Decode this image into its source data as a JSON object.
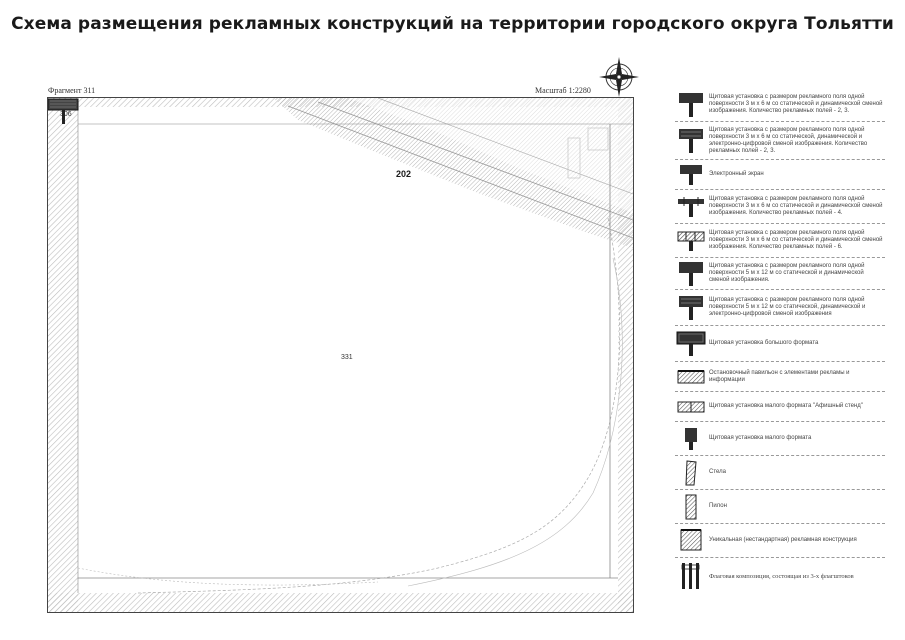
{
  "title": "Схема размещения рекламных конструкций на территории городского округа Тольятти",
  "map": {
    "fragment": "Фрагмент 311",
    "scale": "Масштаб 1:2280",
    "sheet_top_left": "306",
    "sheet_center": "331",
    "markers": [
      {
        "number": "202",
        "icon": "billboard-3x6-static-dynamic-electronic"
      }
    ]
  },
  "legend": [
    {
      "icon": "billboard-3x6-static-dynamic",
      "text": "Щитовая установка с размером рекламного поля одной поверхности 3 м х 6 м со статической и динамической сменой изображения. Количество рекламных полей - 2, 3."
    },
    {
      "icon": "billboard-3x6-static-dynamic-electronic",
      "text": "Щитовая установка с размером рекламного поля одной поверхности 3 м х 6 м со статической, динамической и электронно-цифровой сменой изображения. Количество рекламных полей - 2, 3."
    },
    {
      "icon": "electronic-screen",
      "text": "Электронный экран"
    },
    {
      "icon": "billboard-3x6-4-fields",
      "text": "Щитовая установка с размером рекламного поля одной поверхности 3 м х 6 м со статической и динамической сменой изображения. Количество рекламных полей - 4."
    },
    {
      "icon": "billboard-3x6-6-fields",
      "text": "Щитовая установка с размером рекламного поля одной поверхности 3 м х 6 м со статической и динамической сменой изображения. Количество рекламных полей - 6."
    },
    {
      "icon": "billboard-5x12-static-dynamic",
      "text": "Щитовая установка с размером рекламного поля одной поверхности 5 м х 12 м со статической и динамической сменой изображения."
    },
    {
      "icon": "billboard-5x12-electronic",
      "text": "Щитовая установка с размером рекламного поля одной поверхности 5 м х 12 м со статической, динамической и электронно-цифровой сменой изображения"
    },
    {
      "icon": "large-format-billboard",
      "text": "Щитовая установка большого формата"
    },
    {
      "icon": "glass-pavilion",
      "text": "Остановочный павильон с элементами рекламы и информации"
    },
    {
      "icon": "small-format-city-board",
      "text": "Щитовая установка малого формата \"Афишный стенд\""
    },
    {
      "icon": "small-format-billboard",
      "text": "Щитовая установка малого формата"
    },
    {
      "icon": "stela",
      "text": "Стела"
    },
    {
      "icon": "pylon",
      "text": "Пилон"
    },
    {
      "icon": "unique-construction",
      "text": "Уникальная (нестандартная) рекламная конструкция"
    },
    {
      "icon": "flag-composition",
      "text": "Флаговая композиция, состоящая из 3-х флагштоков"
    }
  ],
  "colors": {
    "ink": "#1a1a1a",
    "hatch": "#bfbfbf",
    "frame": "#444444"
  }
}
